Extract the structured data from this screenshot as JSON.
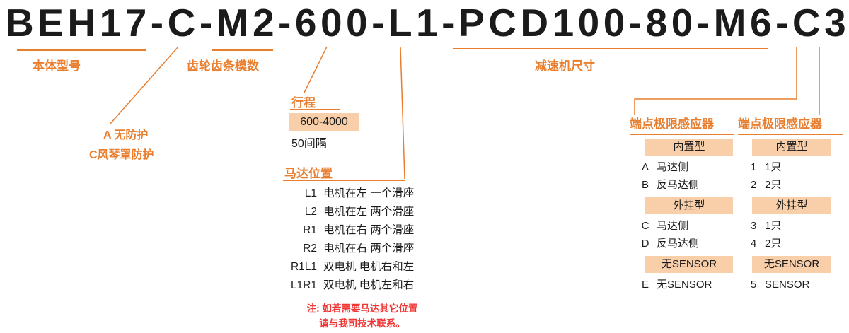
{
  "title": "BEH17-C-M2-600-L1-PCD100-80-M6-C3",
  "colors": {
    "accent": "#E87E2E",
    "highlight": "#F9CFAA",
    "note_red": "#F03535",
    "ink": "#1B1B1B"
  },
  "callouts": {
    "body_model": "本体型号",
    "gear_module": "齿轮齿条模数",
    "reducer_size": "减速机尺寸"
  },
  "protection": {
    "items": [
      {
        "label": "A 无防护"
      },
      {
        "label": "C风琴罩防护"
      }
    ]
  },
  "stroke": {
    "title": "行程",
    "range": "600-4000",
    "interval": "50间隔"
  },
  "motor_position": {
    "title": "马达位置",
    "rows": [
      {
        "code": "L1",
        "desc": "电机在左 一个滑座"
      },
      {
        "code": "L2",
        "desc": "电机在左 两个滑座"
      },
      {
        "code": "R1",
        "desc": "电机在右 两个滑座"
      },
      {
        "code": "R2",
        "desc": "电机在右 两个滑座"
      },
      {
        "code": "R1L1",
        "desc": "双电机 电机右和左"
      },
      {
        "code": "L1R1",
        "desc": "双电机 电机左和右"
      }
    ],
    "note": {
      "line1": "注: 如若需要马达其它位置",
      "line2": "请与我司技术联系。"
    }
  },
  "sensor_type": {
    "title": "端点极限感应器",
    "groups": [
      {
        "header": "内置型",
        "rows": [
          {
            "code": "A",
            "desc": "马达侧"
          },
          {
            "code": "B",
            "desc": "反马达侧"
          }
        ]
      },
      {
        "header": "外挂型",
        "rows": [
          {
            "code": "C",
            "desc": "马达侧"
          },
          {
            "code": "D",
            "desc": "反马达侧"
          }
        ]
      },
      {
        "header": "无SENSOR",
        "rows": [
          {
            "code": "E",
            "desc": "无SENSOR"
          }
        ]
      }
    ]
  },
  "sensor_count": {
    "title": "端点极限感应器",
    "groups": [
      {
        "header": "内置型",
        "rows": [
          {
            "code": "1",
            "desc": "1只"
          },
          {
            "code": "2",
            "desc": "2只"
          }
        ]
      },
      {
        "header": "外挂型",
        "rows": [
          {
            "code": "3",
            "desc": "1只"
          },
          {
            "code": "4",
            "desc": "2只"
          }
        ]
      },
      {
        "header": "无SENSOR",
        "rows": [
          {
            "code": "5",
            "desc": "SENSOR"
          }
        ]
      }
    ]
  }
}
